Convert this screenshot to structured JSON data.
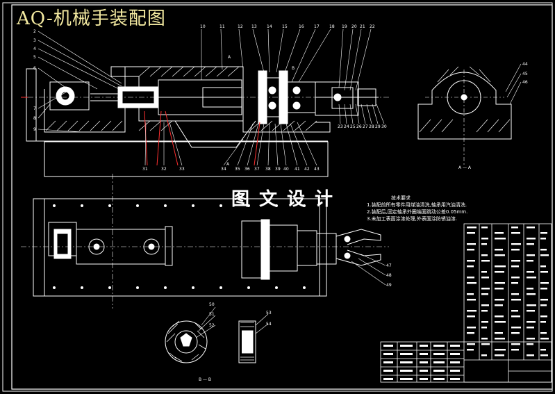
{
  "title": "AQ-机械手装配图",
  "watermark": "图文设计",
  "notes": {
    "heading": "技术要求",
    "lines": [
      "1.装配前所有零件用煤油清洗,轴承用汽油清洗.",
      "2.装配后,固定轴承外圈端面跳动公差0.05mm.",
      "3.未加工表面涂漆处理,外表面涂防锈油漆."
    ]
  },
  "section_labels": {
    "a1": "A",
    "a2": "A",
    "b1": "B",
    "aa": "A — A",
    "bb": "B — B"
  },
  "callouts": {
    "top": [
      "10",
      "11",
      "12",
      "13",
      "14",
      "15",
      "16",
      "17",
      "18",
      "19",
      "20",
      "21",
      "22"
    ],
    "left": [
      "2",
      "3",
      "4",
      "5",
      "6",
      "7",
      "8",
      "9"
    ],
    "bottom_mid": [
      "31",
      "32",
      "33",
      "34",
      "35",
      "36",
      "37",
      "38",
      "39",
      "40",
      "41",
      "42",
      "43"
    ],
    "right_series": [
      "23",
      "24",
      "25",
      "26",
      "27",
      "28",
      "29",
      "30"
    ],
    "end_view": [
      "44",
      "45",
      "46"
    ],
    "gripper": [
      "47",
      "48",
      "49"
    ],
    "detail": [
      "50",
      "51",
      "52",
      "53",
      "54"
    ]
  },
  "colors": {
    "background": "#000000",
    "line": "#ffffff",
    "accent": "#ff3030",
    "title": "#f3e9a0"
  }
}
